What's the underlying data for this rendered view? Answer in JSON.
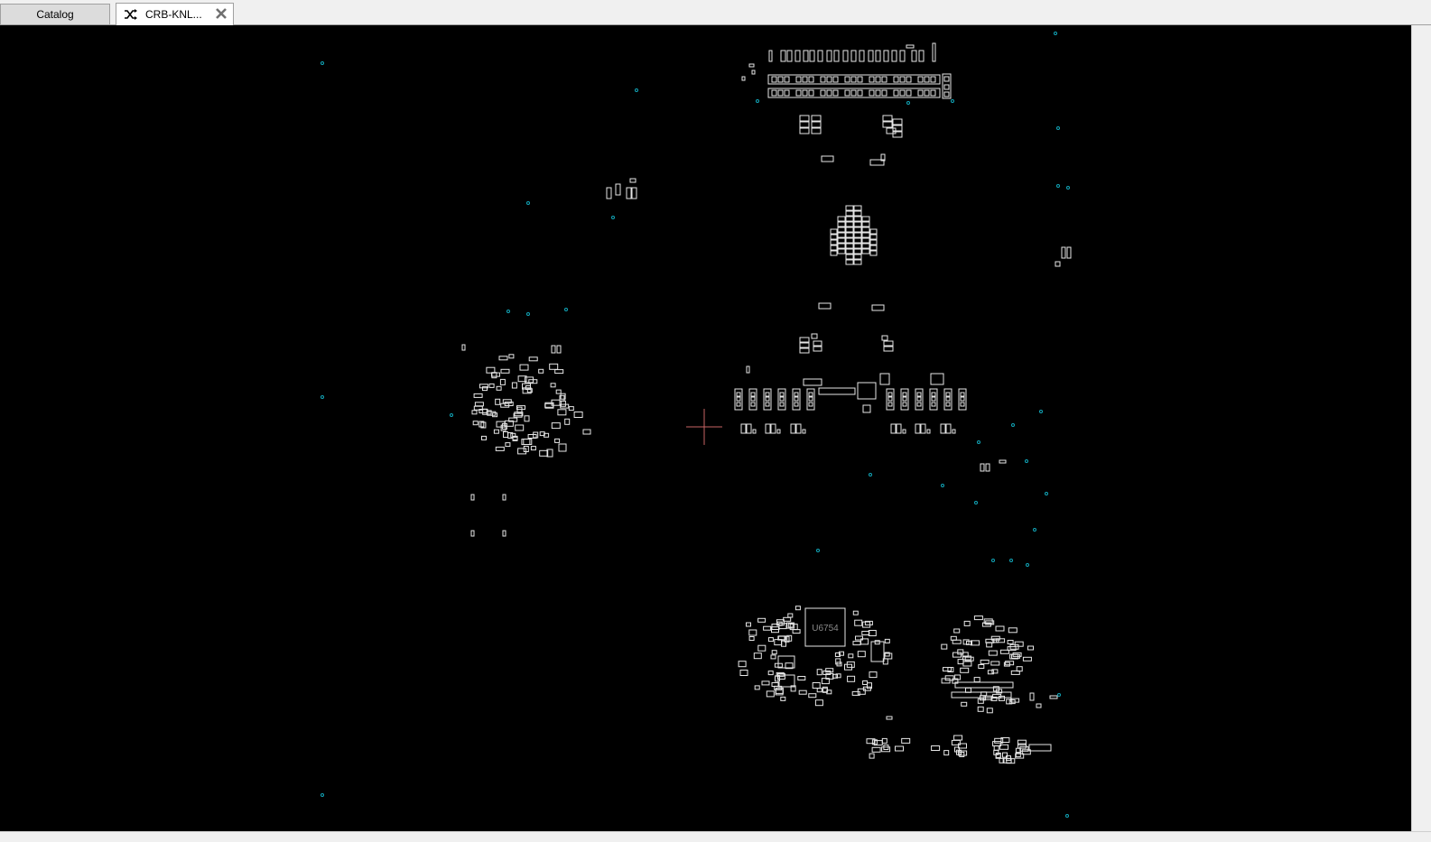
{
  "tabs": [
    {
      "label": "Catalog",
      "active": false
    },
    {
      "label": "CRB-KNL...",
      "active": true,
      "icon": "shuffle-icon",
      "close_icon": "close-icon"
    }
  ],
  "board": {
    "background": "#000000",
    "component_color": "#e6e6e6",
    "via_color": "#12a6b8",
    "cursor_color": "#c86464",
    "labels": {
      "main_ic": "U6754"
    }
  }
}
